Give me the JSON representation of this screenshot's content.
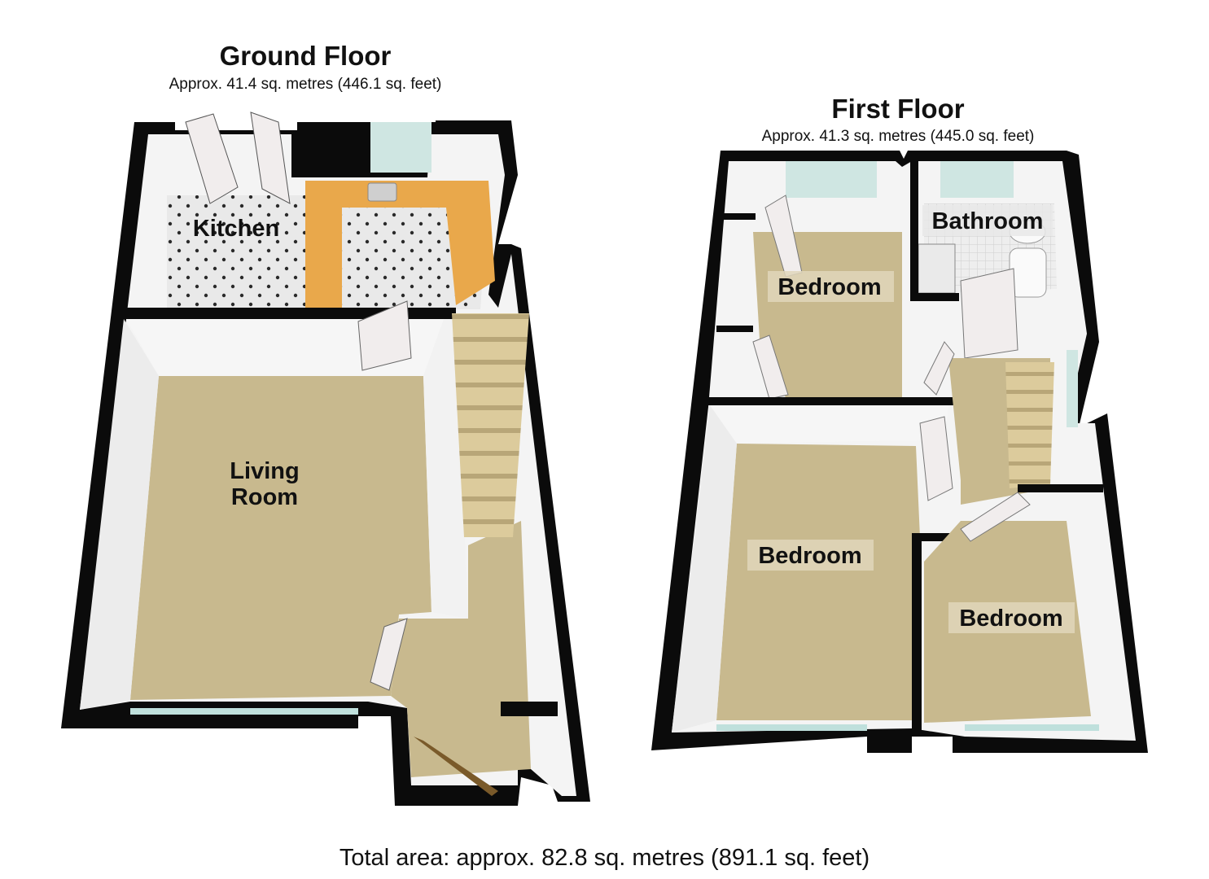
{
  "ground_floor": {
    "title": "Ground Floor",
    "area": "Approx. 41.4 sq. metres (446.1 sq. feet)",
    "rooms": {
      "kitchen": "Kitchen",
      "living_line1": "Living",
      "living_line2": "Room"
    }
  },
  "first_floor": {
    "title": "First Floor",
    "area": "Approx. 41.3 sq. metres (445.0 sq. feet)",
    "rooms": {
      "bathroom": "Bathroom",
      "bedroom_top": "Bedroom",
      "bedroom_left": "Bedroom",
      "bedroom_right": "Bedroom"
    }
  },
  "total_area": "Total area: approx. 82.8 sq. metres (891.1 sq. feet)",
  "colors": {
    "wall": "#0a0a0a",
    "inner_wall": "#f2f2f2",
    "carpet": "#c9b88f",
    "tile": "#e8e8e8",
    "worktop": "#e8a848",
    "stairs": "#d8c898",
    "window": "#bfe0dc"
  }
}
